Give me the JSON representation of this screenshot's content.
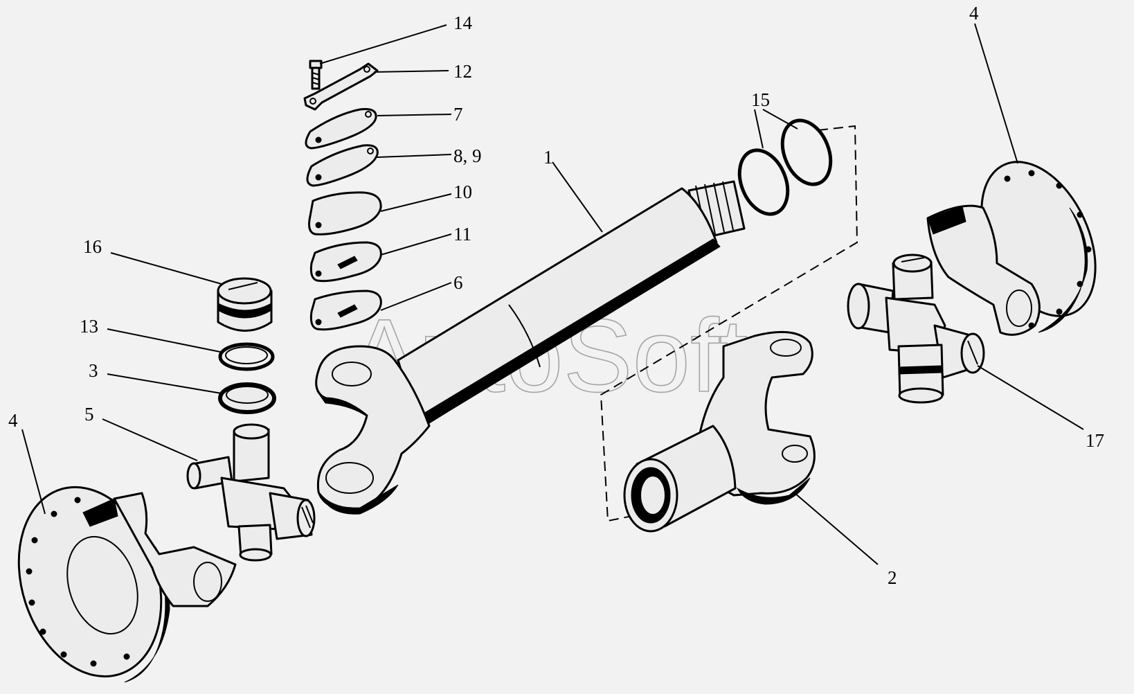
{
  "diagram": {
    "watermark": "AutoSoft",
    "callouts": [
      {
        "id": "c14",
        "text": "14"
      },
      {
        "id": "c12",
        "text": "12"
      },
      {
        "id": "c7",
        "text": "7"
      },
      {
        "id": "c89",
        "text": "8, 9"
      },
      {
        "id": "c10",
        "text": "10"
      },
      {
        "id": "c11",
        "text": "11"
      },
      {
        "id": "c6",
        "text": "6"
      },
      {
        "id": "c1",
        "text": "1"
      },
      {
        "id": "c15",
        "text": "15"
      },
      {
        "id": "c4r",
        "text": "4"
      },
      {
        "id": "c16",
        "text": "16"
      },
      {
        "id": "c13",
        "text": "13"
      },
      {
        "id": "c3",
        "text": "3"
      },
      {
        "id": "c5",
        "text": "5"
      },
      {
        "id": "c4l",
        "text": "4"
      },
      {
        "id": "c17",
        "text": "17"
      },
      {
        "id": "c2",
        "text": "2"
      }
    ]
  }
}
